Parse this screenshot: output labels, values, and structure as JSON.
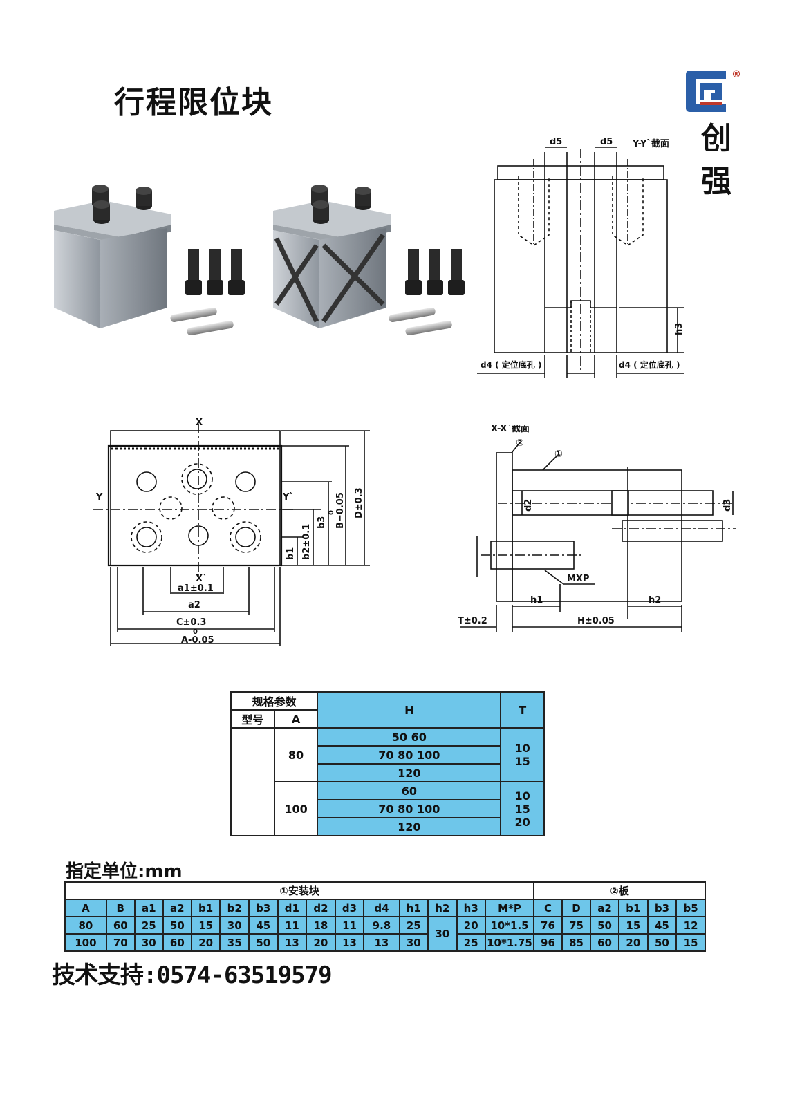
{
  "title": "行程限位块",
  "brand": {
    "name": "创强",
    "reg_mark": "®",
    "color": "#2b5fa8",
    "accent": "#c0392b"
  },
  "drawings": {
    "yy": {
      "title": "Y-Y`截面",
      "d5": "d5",
      "h3": "h3",
      "d4_left": "d4 ( 定位底孔 )",
      "d4_right": "d4 ( 定位底孔 )"
    },
    "front": {
      "x_top": "X",
      "x_bottom": "X`",
      "y_left": "Y",
      "y_right": "Y`",
      "a1": "a1±0.1",
      "a2": "a2",
      "c": "C±0.3",
      "a_sup": "0",
      "a": "A-0.05",
      "b1": "b1",
      "b2": "b2±0.1",
      "b3": "b3",
      "b_sup": "0",
      "b": "B−0.05",
      "d": "D±0.3"
    },
    "xx": {
      "title": "X-X`截面",
      "circle2": "②",
      "circle1": "①",
      "d2": "d2",
      "d3": "d3",
      "mxp": "MXP",
      "h1": "h1",
      "h2": "h2",
      "t": "T±0.2",
      "h": "H±0.05"
    }
  },
  "spec_table": {
    "header_main": "规格参数",
    "col_model": "型号",
    "col_a": "A",
    "col_h": "H",
    "col_t": "T",
    "groups": [
      {
        "a": "80",
        "h_rows": [
          "50 60",
          "70 80 100",
          "120"
        ],
        "t_values": [
          "10",
          "15"
        ]
      },
      {
        "a": "100",
        "h_rows": [
          "60",
          "70 80 100",
          "120"
        ],
        "t_values": [
          "10",
          "15",
          "20"
        ]
      }
    ]
  },
  "unit_label": "指定单位:mm",
  "dim_table": {
    "group1": "①安装块",
    "group2": "②板",
    "headers": [
      "A",
      "B",
      "a1",
      "a2",
      "b1",
      "b2",
      "b3",
      "d1",
      "d2",
      "d3",
      "d4",
      "h1",
      "h2",
      "h3",
      "M*P",
      "C",
      "D",
      "a2",
      "b1",
      "b3",
      "b5"
    ],
    "row1": [
      "80",
      "60",
      "25",
      "50",
      "15",
      "30",
      "45",
      "11",
      "18",
      "11",
      "9.8",
      "25",
      "30",
      "20",
      "10*1.5",
      "76",
      "75",
      "50",
      "15",
      "45",
      "12"
    ],
    "row2": [
      "100",
      "70",
      "30",
      "60",
      "20",
      "35",
      "50",
      "13",
      "20",
      "13",
      "13",
      "30",
      "",
      "25",
      "10*1.75",
      "96",
      "85",
      "60",
      "20",
      "50",
      "15"
    ]
  },
  "support": "技术支持:0574-63519579"
}
